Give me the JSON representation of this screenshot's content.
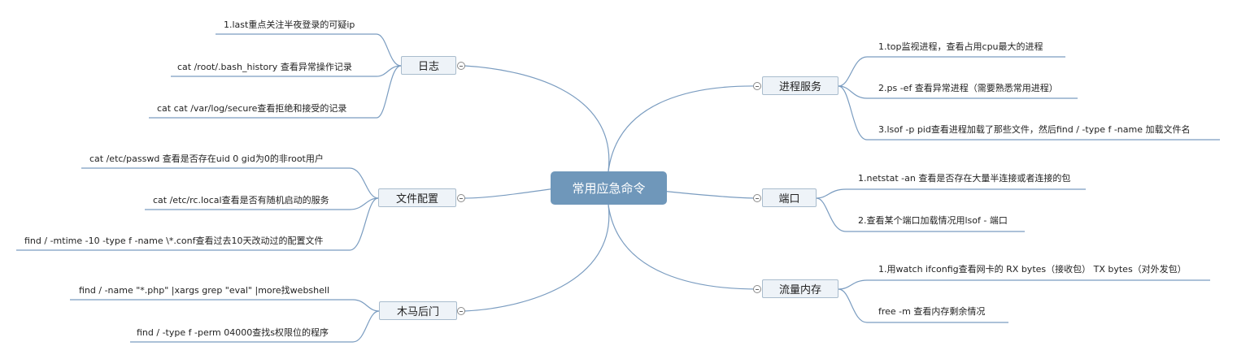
{
  "central": "常用应急命令",
  "topics": {
    "log": {
      "label": "日志",
      "items": [
        "1.last重点关注半夜登录的可疑ip",
        "cat /root/.bash_history 查看异常操作记录",
        "cat cat /var/log/secure查看拒绝和接受的记录"
      ]
    },
    "config": {
      "label": "文件配置",
      "items": [
        "cat /etc/passwd 查看是否存在uid 0 gid为0的非root用户",
        "cat /etc/rc.local查看是否有随机启动的服务",
        "find / -mtime -10 -type f -name \\*.conf查看过去10天改动过的配置文件"
      ]
    },
    "trojan": {
      "label": "木马后门",
      "items": [
        "find / -name \"*.php\" |xargs grep \"eval\" |more找webshell",
        "find / -type f -perm 04000查找s权限位的程序"
      ]
    },
    "process": {
      "label": "进程服务",
      "items": [
        "1.top监视进程，查看占用cpu最大的进程",
        "2.ps -ef 查看异常进程（需要熟悉常用进程）",
        "3.lsof -p pid查看进程加载了那些文件，然后find / -type f -name 加载文件名"
      ]
    },
    "port": {
      "label": "端口",
      "items": [
        "1.netstat -an 查看是否存在大量半连接或者连接的包",
        "2.查看某个端口加载情况用lsof - 端口"
      ]
    },
    "traffic": {
      "label": "流量内存",
      "items": [
        "1.用watch ifconfig查看网卡的 RX bytes（接收包） TX bytes（对外发包）",
        "free -m 查看内存剩余情况"
      ]
    }
  },
  "colors": {
    "central_fill": "#6f97ba",
    "topic_fill": "#eef3f8",
    "topic_border": "#a9bccd",
    "line": "#7a9cc0"
  }
}
